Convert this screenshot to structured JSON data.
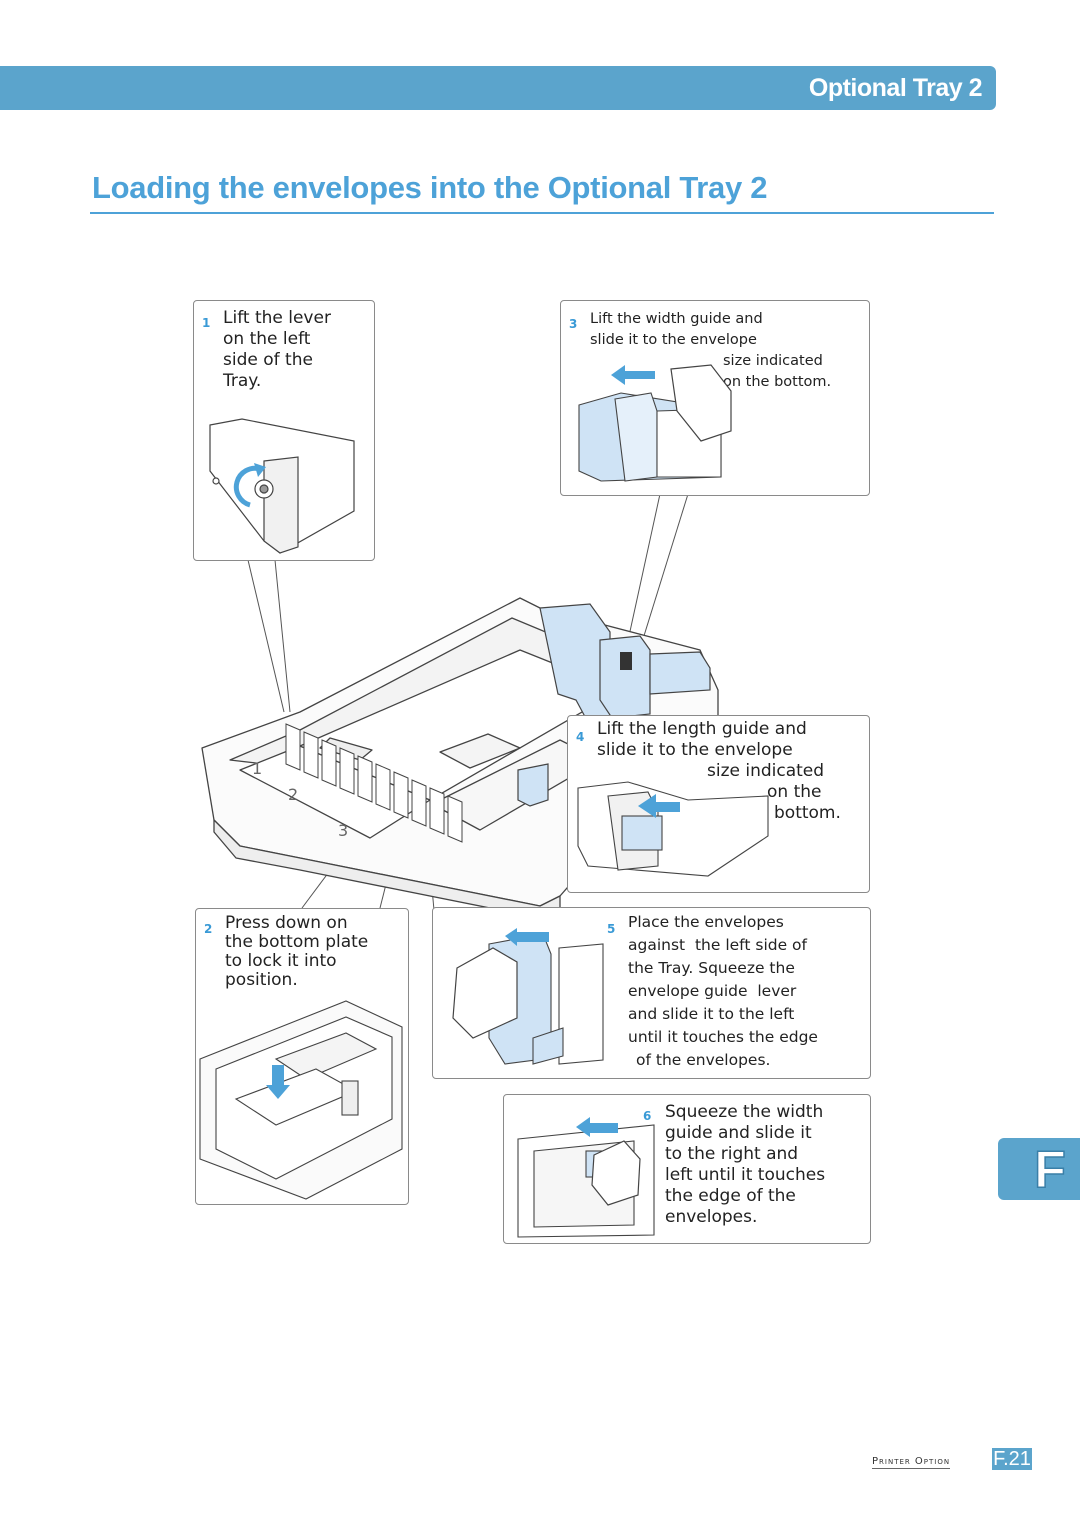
{
  "header": {
    "section_label": "Optional Tray 2"
  },
  "title": "Loading the envelopes into the Optional Tray 2",
  "steps": [
    {
      "number": "1",
      "lines": [
        "Lift the lever",
        "on the left",
        "side of the",
        "Tray."
      ]
    },
    {
      "number": "2",
      "lines": [
        "Press down on",
        "the bottom plate",
        "to lock it into",
        "position."
      ]
    },
    {
      "number": "3",
      "lines": [
        "Lift the width guide and",
        "slide it to the envelope",
        "size indicated",
        "on the bottom."
      ]
    },
    {
      "number": "4",
      "lines": [
        "Lift the length guide and",
        "slide it to the envelope",
        "size indicated",
        "on the",
        "bottom."
      ]
    },
    {
      "number": "5",
      "lines": [
        "Place the envelopes",
        "against  the left side of",
        "the Tray. Squeeze the",
        "envelope guide  lever",
        "and slide it to the left",
        "until it touches the edge",
        "of the envelopes."
      ]
    },
    {
      "number": "6",
      "lines": [
        "Squeeze the width",
        "guide and slide it",
        "to the right and",
        "left until it touches",
        "the edge of the",
        "envelopes."
      ]
    }
  ],
  "tray_labels": [
    "1",
    "2",
    "3"
  ],
  "side_tab": {
    "letter": "F"
  },
  "footer": {
    "section": "Printer Option",
    "page": "F.21"
  },
  "colors": {
    "accent": "#5ba4cc",
    "title": "#4da2d8",
    "guide_fill": "#cfe3f5",
    "arrow": "#4da2d8"
  }
}
